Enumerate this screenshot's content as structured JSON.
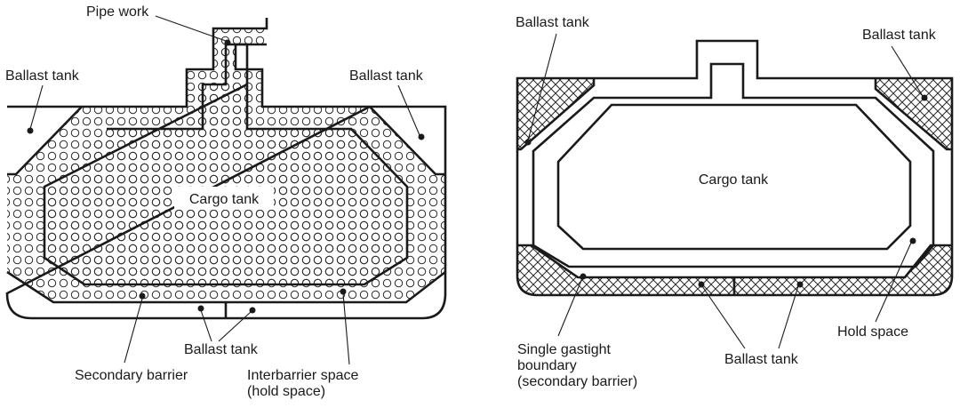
{
  "left_figure": {
    "labels": {
      "pipe_work": "Pipe work",
      "ballast_tank_left": "Ballast tank",
      "ballast_tank_right": "Ballast tank",
      "cargo_tank": "Cargo tank",
      "ballast_tank_bottom": "Ballast tank",
      "secondary_barrier": "Secondary barrier",
      "interbarrier_line1": "Interbarrier space",
      "interbarrier_line2": "(hold space)"
    }
  },
  "right_figure": {
    "labels": {
      "ballast_tank_left": "Ballast tank",
      "ballast_tank_right": "Ballast tank",
      "cargo_tank": "Cargo tank",
      "hold_space": "Hold space",
      "single_gastight_line1": "Single gastight",
      "single_gastight_line2": "boundary",
      "single_gastight_line3": "(secondary barrier)",
      "ballast_tank_bottom": "Ballast tank"
    }
  }
}
